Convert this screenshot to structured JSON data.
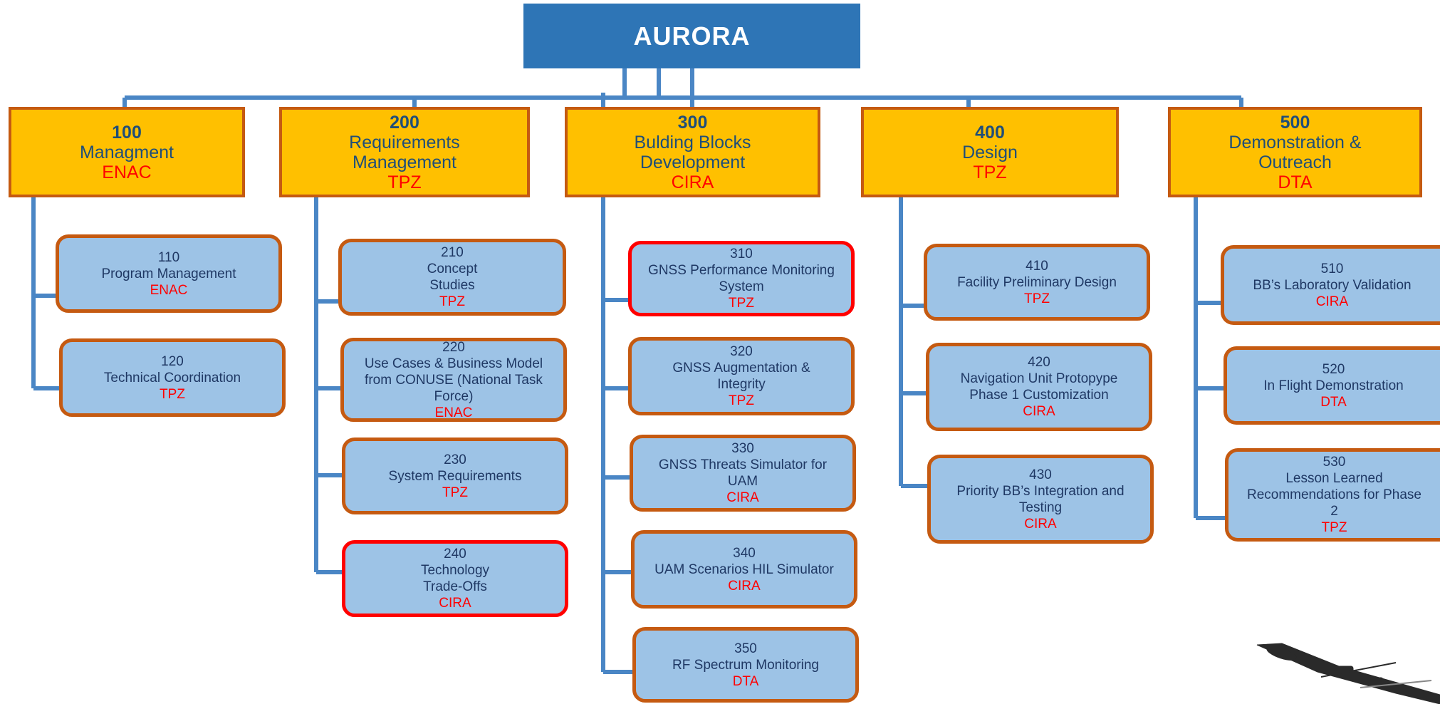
{
  "root": {
    "label": "AURORA"
  },
  "work_packages": [
    {
      "num": "100",
      "title_lines": [
        "Managment"
      ],
      "owner": "ENAC",
      "tasks": [
        {
          "num": "110",
          "lines": [
            "Program Management"
          ],
          "owner": "ENAC"
        },
        {
          "num": "120",
          "lines": [
            "Technical Coordination"
          ],
          "owner": "TPZ"
        }
      ]
    },
    {
      "num": "200",
      "title_lines": [
        "Requirements",
        "Management"
      ],
      "owner": "TPZ",
      "tasks": [
        {
          "num": "210",
          "lines": [
            "Concept",
            "Studies"
          ],
          "owner": "TPZ"
        },
        {
          "num": "220",
          "lines": [
            "Use Cases & Business Model",
            "from CONUSE (National Task",
            "Force)"
          ],
          "owner": "ENAC"
        },
        {
          "num": "230",
          "lines": [
            "System Requirements"
          ],
          "owner": "TPZ"
        },
        {
          "num": "240",
          "lines": [
            "Technology",
            "Trade-Offs"
          ],
          "owner": "CIRA",
          "highlight": true
        }
      ]
    },
    {
      "num": "300",
      "title_lines": [
        "Bulding Blocks",
        "Development"
      ],
      "owner": "CIRA",
      "tasks": [
        {
          "num": "310",
          "lines": [
            "GNSS Performance Monitoring",
            "System"
          ],
          "owner": "TPZ",
          "highlight": true
        },
        {
          "num": "320",
          "lines": [
            "GNSS Augmentation &",
            "Integrity"
          ],
          "owner": "TPZ"
        },
        {
          "num": "330",
          "lines": [
            "GNSS Threats Simulator for",
            "UAM"
          ],
          "owner": "CIRA"
        },
        {
          "num": "340",
          "lines": [
            "UAM Scenarios HIL Simulator"
          ],
          "owner": "CIRA"
        },
        {
          "num": "350",
          "lines": [
            "RF Spectrum Monitoring"
          ],
          "owner": "DTA"
        }
      ]
    },
    {
      "num": "400",
      "title_lines": [
        "Design"
      ],
      "owner": "TPZ",
      "tasks": [
        {
          "num": "410",
          "lines": [
            "Facility Preliminary Design"
          ],
          "owner": "TPZ"
        },
        {
          "num": "420",
          "lines": [
            "Navigation Unit Protopype",
            "Phase 1 Customization"
          ],
          "owner": "CIRA"
        },
        {
          "num": "430",
          "lines": [
            "Priority BB’s Integration and",
            "Testing"
          ],
          "owner": "CIRA"
        }
      ]
    },
    {
      "num": "500",
      "title_lines": [
        "Demonstration &",
        "Outreach"
      ],
      "owner": "DTA",
      "tasks": [
        {
          "num": "510",
          "lines": [
            "BB’s Laboratory Validation"
          ],
          "owner": "CIRA"
        },
        {
          "num": "520",
          "lines": [
            "In Flight Demonstration"
          ],
          "owner": "DTA"
        },
        {
          "num": "530",
          "lines": [
            "Lesson Learned",
            "Recommendations for Phase",
            "2"
          ],
          "owner": "TPZ"
        }
      ]
    }
  ],
  "colors": {
    "root_fill": "#2e75b6",
    "wp_fill": "#ffc000",
    "wp_border": "#c55a11",
    "task_fill": "#9dc3e6",
    "task_border": "#c55a11",
    "highlight_border": "#ff0000",
    "connector": "#4a86c5",
    "owner_text": "#ff0000"
  },
  "decoration": {
    "icon": "drone-silhouette-icon"
  }
}
